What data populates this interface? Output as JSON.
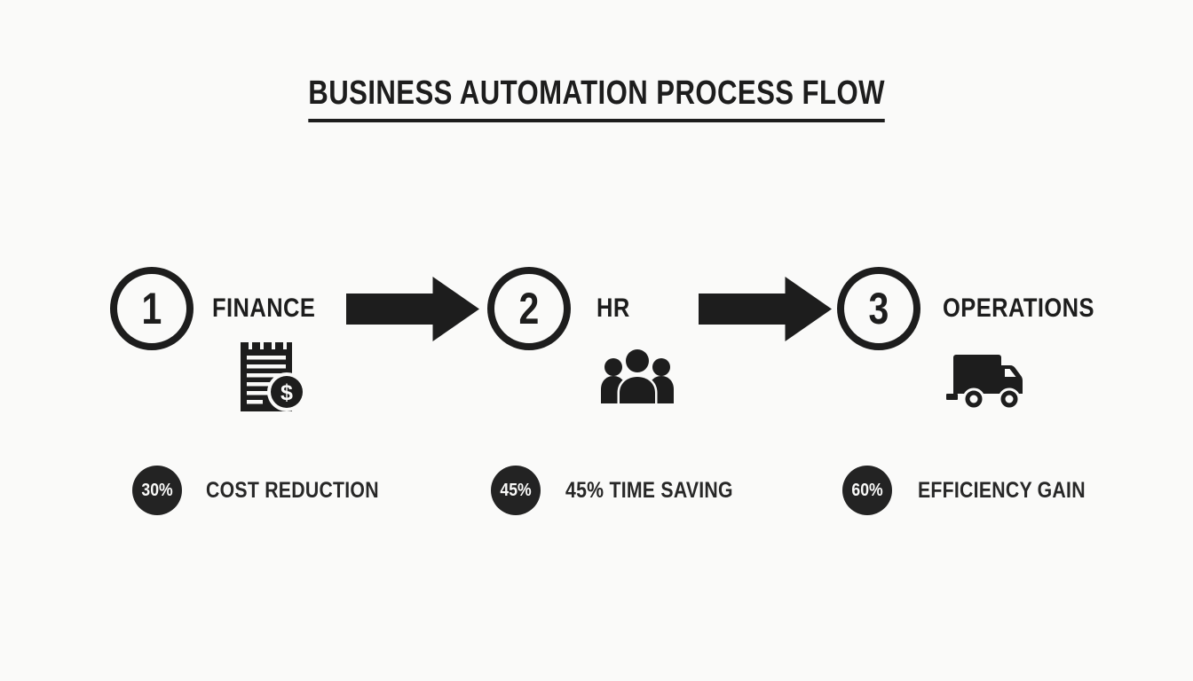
{
  "title": "BUSINESS AUTOMATION PROCESS FLOW",
  "colors": {
    "background": "#fafaf9",
    "ink": "#1d1d1d",
    "badge_background": "#232323",
    "badge_text": "#fafaf9"
  },
  "stages": [
    {
      "number": "1",
      "label": "FINANCE",
      "icon": "invoice-dollar-icon"
    },
    {
      "number": "2",
      "label": "HR",
      "icon": "team-icon"
    },
    {
      "number": "3",
      "label": "OPERATIONS",
      "icon": "delivery-truck-icon"
    }
  ],
  "connectors": [
    {
      "icon": "right-arrow-icon"
    },
    {
      "icon": "right-arrow-icon"
    }
  ],
  "metrics": [
    {
      "value": "30%",
      "label": "COST REDUCTION"
    },
    {
      "value": "45%",
      "label": "45% TIME SAVING"
    },
    {
      "value": "60%",
      "label": "EFFICIENCY GAIN"
    }
  ],
  "coin_symbol": "$"
}
